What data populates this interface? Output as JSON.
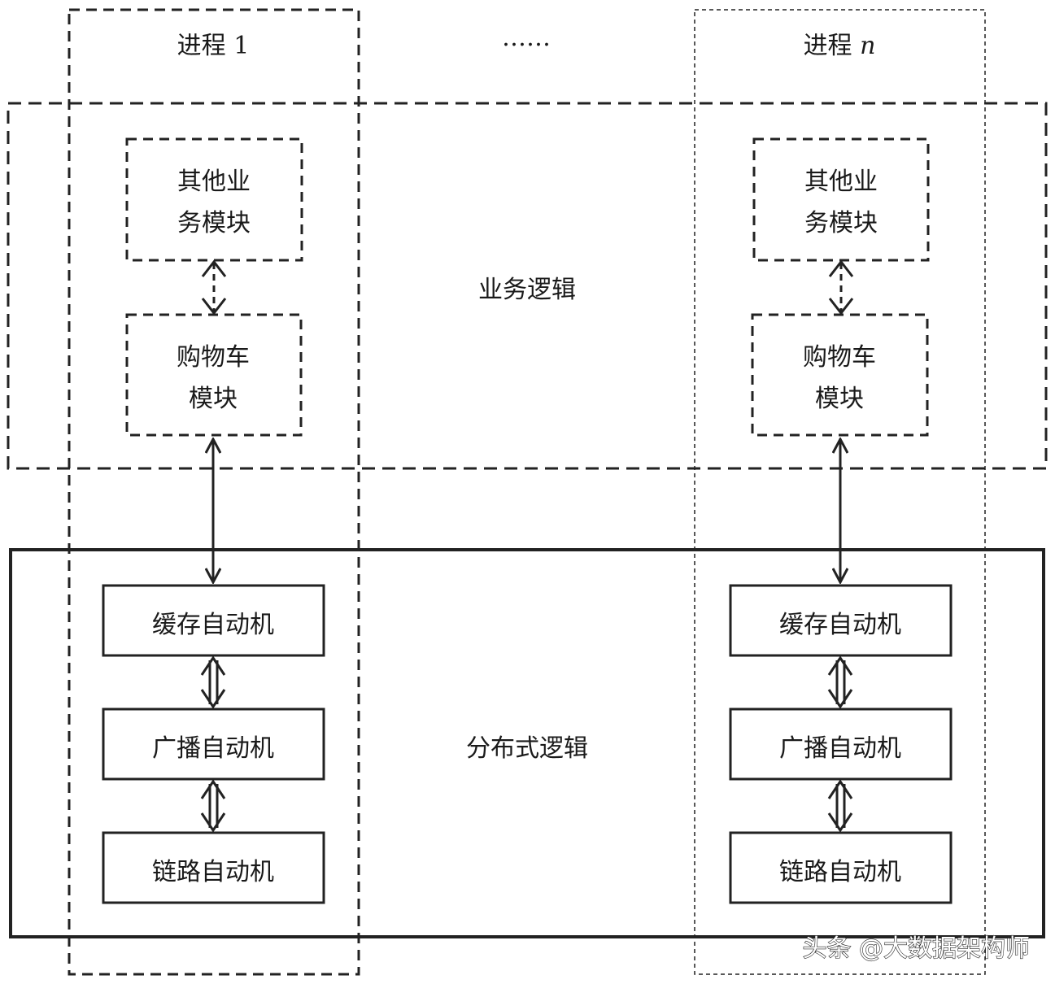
{
  "diagram": {
    "process_labels": {
      "left_prefix": "进程 ",
      "left_index": "1",
      "right_prefix": "进程 ",
      "right_index": "n",
      "ellipsis": "……"
    },
    "regions": {
      "business_logic": "业务逻辑",
      "distributed_logic": "分布式逻辑"
    },
    "business_modules": {
      "other_line1": "其他业",
      "other_line2": "务模块",
      "cart_line1": "购物车",
      "cart_line2": "模块"
    },
    "automata": {
      "cache": "缓存自动机",
      "broadcast": "广播自动机",
      "link": "链路自动机"
    },
    "watermark": "头条 @大数据架构师"
  }
}
